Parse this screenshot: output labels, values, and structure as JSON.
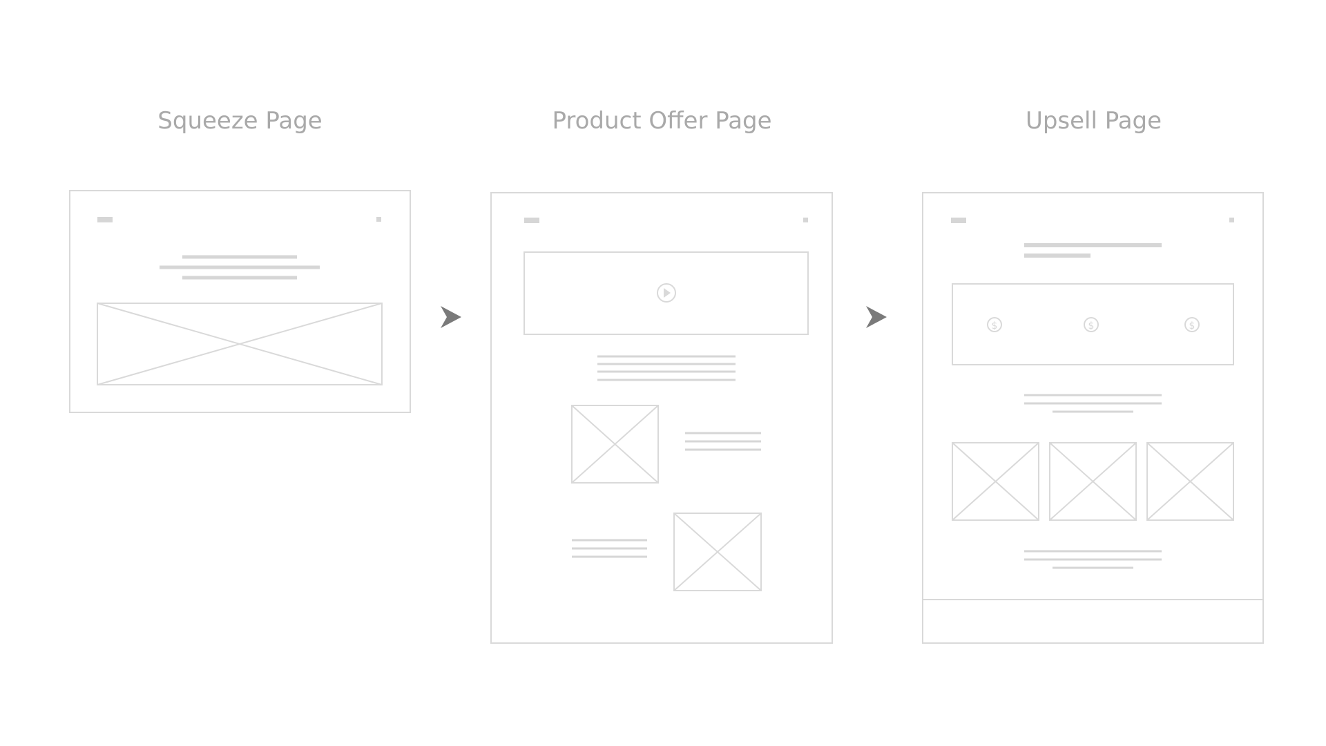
{
  "pages": [
    {
      "title": "Squeeze Page"
    },
    {
      "title": "Product Offer Page"
    },
    {
      "title": "Upsell Page"
    }
  ],
  "colors": {
    "background": "#ffffff",
    "wireframe_stroke": "#d9d9d9",
    "placeholder_fill": "#d6d6d6",
    "title_text": "#a9a9a9",
    "arrow": "#7a7a7a"
  },
  "icons": {
    "arrow": "flow-arrow-icon",
    "play": "play-icon",
    "price": "dollar-icon"
  },
  "upsell": {
    "price_options_count": 3
  }
}
